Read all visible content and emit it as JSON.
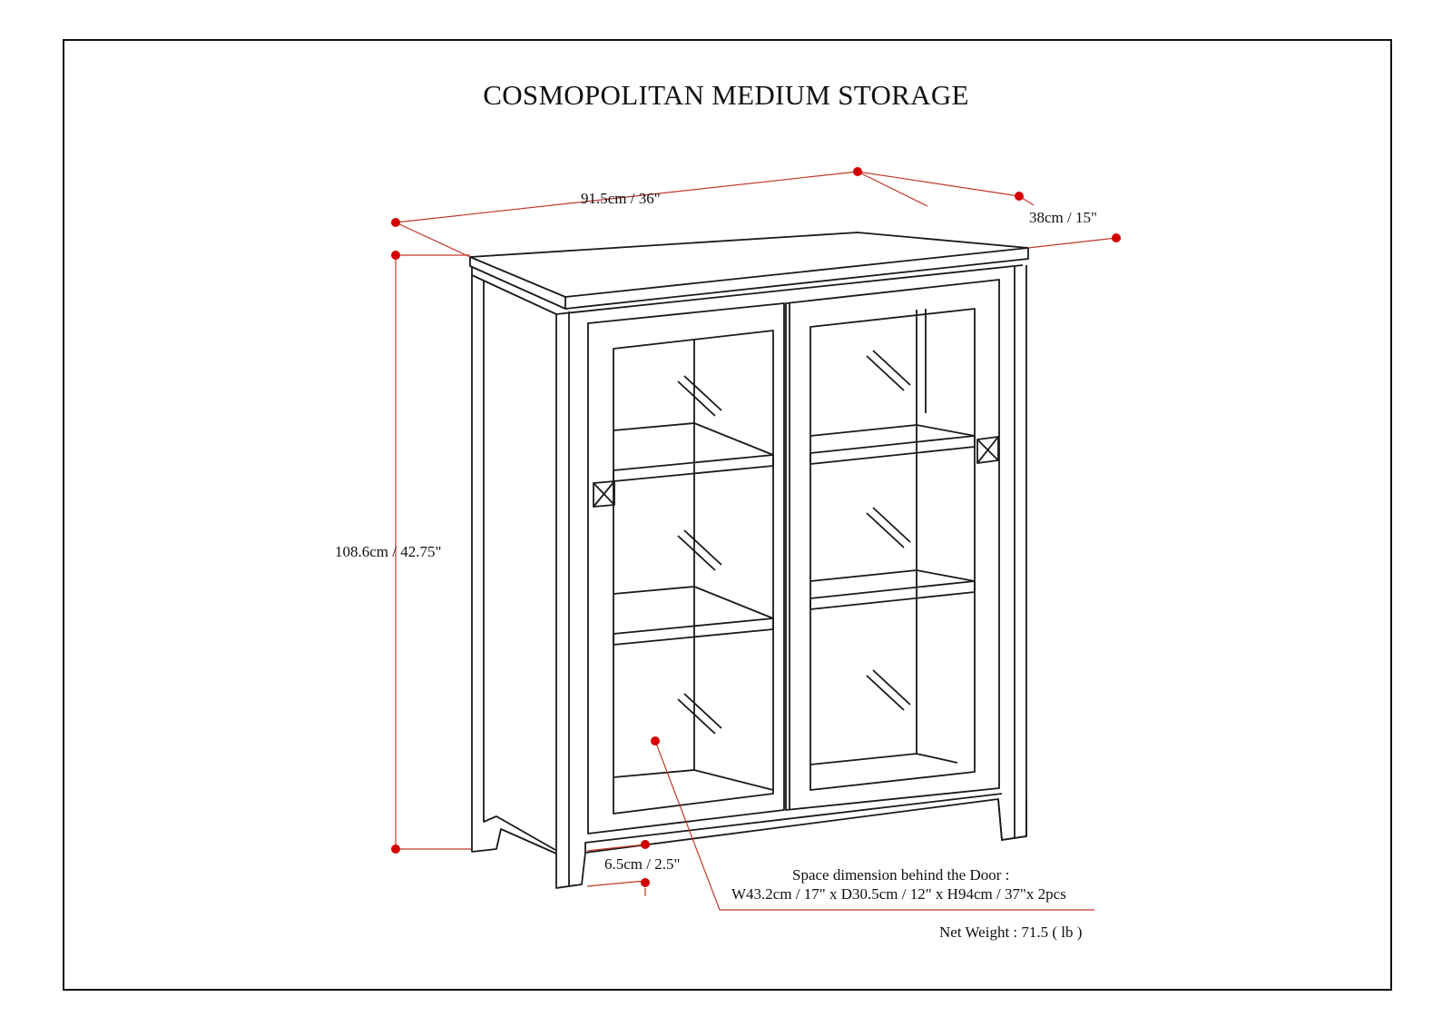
{
  "title": "COSMOPOLITAN MEDIUM STORAGE",
  "dimensions": {
    "width": "91.5cm / 36\"",
    "depth": "38cm / 15\"",
    "height": "108.6cm / 42.75\"",
    "leg_height": "6.5cm / 2.5\""
  },
  "space_note": {
    "heading": "Space dimension behind the Door :",
    "value": "W43.2cm / 17\" x D30.5cm / 12\" x H94cm / 37\"x 2pcs"
  },
  "net_weight": "Net Weight : 71.5 ( lb )",
  "colors": {
    "dimension_line": "#c0392b",
    "dimension_dot": "#d40000",
    "outline": "#1a1a1a"
  }
}
